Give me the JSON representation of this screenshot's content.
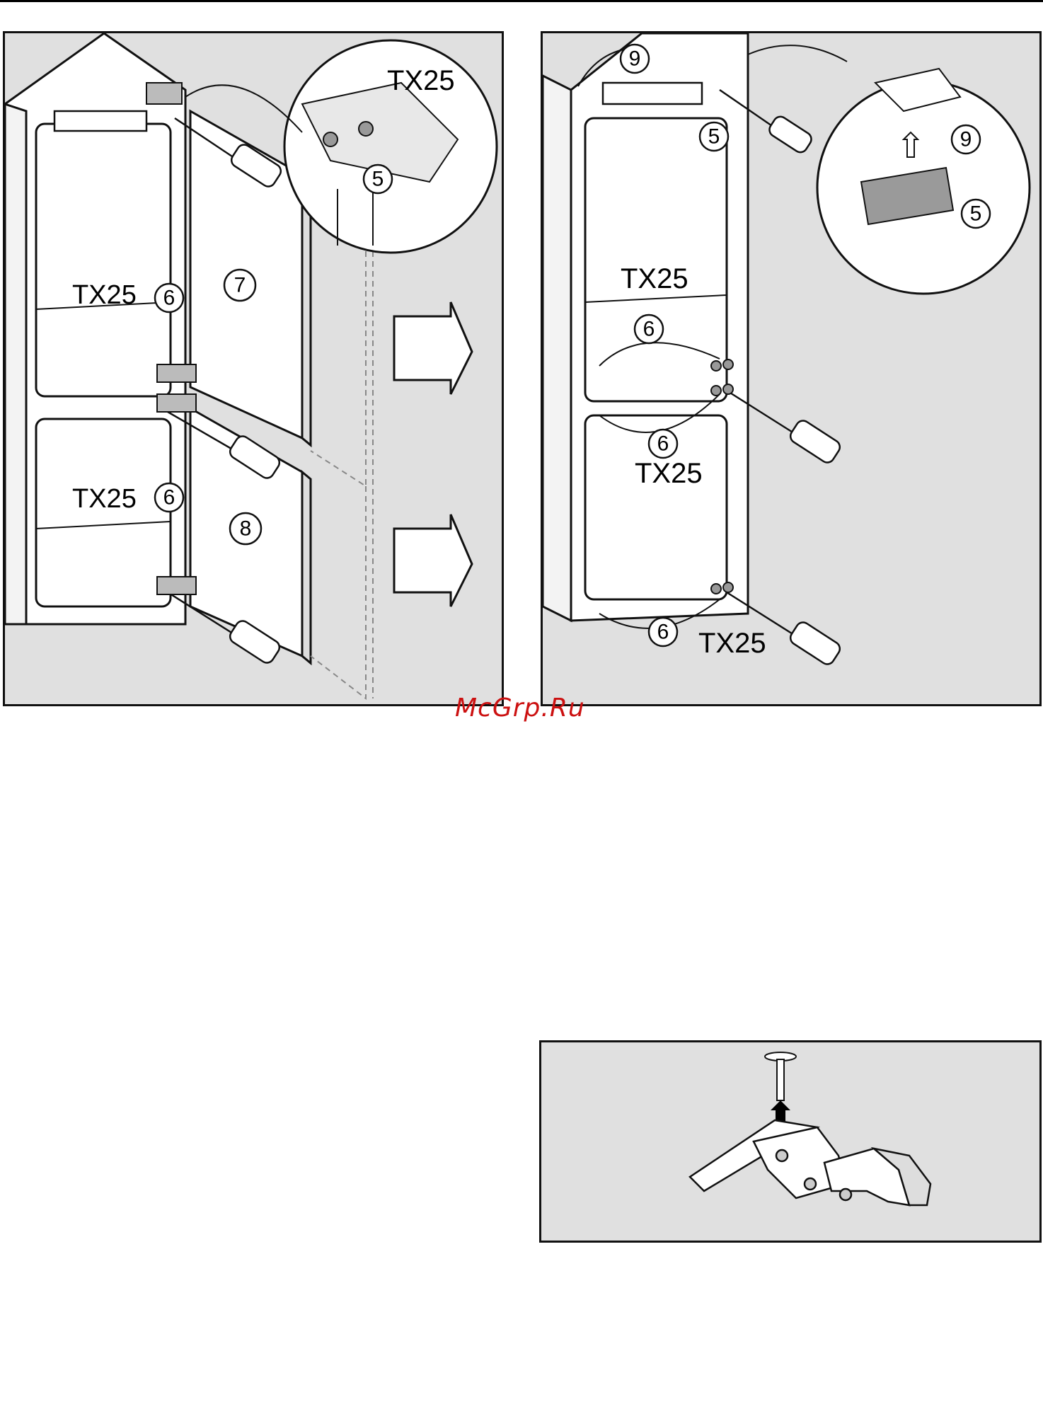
{
  "figure_left": {
    "tool_labels": [
      "TX25",
      "TX25",
      "TX25"
    ],
    "callouts": [
      "5",
      "6",
      "6",
      "7",
      "8"
    ]
  },
  "figure_right": {
    "tool_labels": [
      "TX25",
      "TX25",
      "TX25"
    ],
    "callouts": [
      "9",
      "5",
      "9",
      "5",
      "6",
      "6",
      "6"
    ]
  },
  "watermark": "McGrp.Ru",
  "colors": {
    "panel_bg": "#e0e0e0",
    "watermark": "#cc1111"
  }
}
